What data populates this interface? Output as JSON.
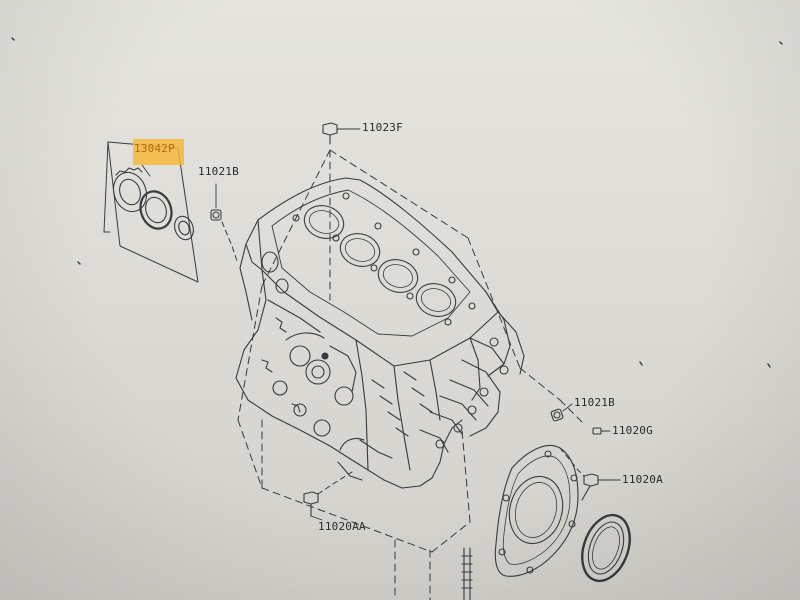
{
  "diagram": {
    "labels": {
      "highlighted": "13042P",
      "p11021b_top": "11021B",
      "p11023f": "11023F",
      "p11021b_right": "11021B",
      "p11020g": "11020G",
      "p11020a": "11020A",
      "p11020aa": "11020AA"
    },
    "colors": {
      "line": "#3a3a42",
      "highlight": "#f6b73c",
      "background": "#e2e1db"
    }
  }
}
